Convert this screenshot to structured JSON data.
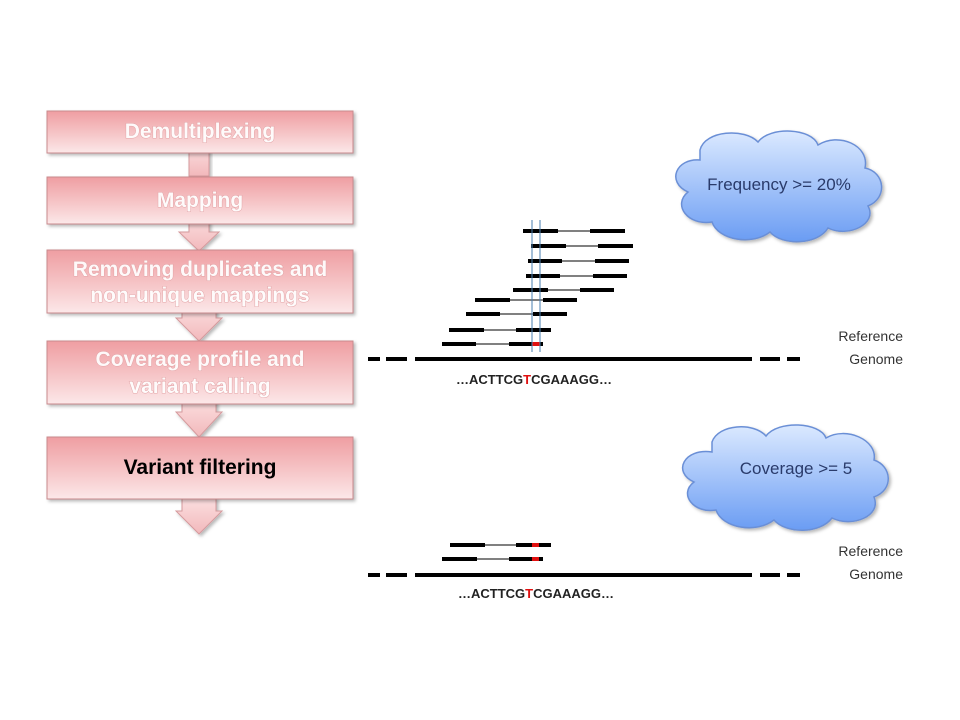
{
  "workflow": {
    "steps": [
      {
        "label": "Demultiplexing",
        "active": false
      },
      {
        "label": "Mapping",
        "active": false
      },
      {
        "label": "Removing duplicates and",
        "label2": "non-unique mappings",
        "active": false
      },
      {
        "label": "Coverage profile and",
        "label2": "variant calling",
        "active": false
      },
      {
        "label": "Variant filtering",
        "active": true
      }
    ]
  },
  "filters": {
    "frequency": {
      "label": "Frequency >= 20%"
    },
    "coverage": {
      "label": "Coverage >= 5"
    }
  },
  "panels": {
    "top": {
      "reference_line1": "Reference",
      "reference_line2": "Genome",
      "sequence_prefix": "…ACTTCG",
      "variant_base": "T",
      "sequence_suffix": "CGAAAGG…"
    },
    "bottom": {
      "reference_line1": "Reference",
      "reference_line2": "Genome",
      "sequence_prefix": "…ACTTCG",
      "variant_base": "T",
      "sequence_suffix": "CGAAAGG…"
    }
  },
  "colors": {
    "step_fill_top": "#f2a3a6",
    "step_fill_bottom": "#fbe3e4",
    "step_border": "#c98a8d",
    "cloud_fill_top": "#d6e6ff",
    "cloud_fill_bottom": "#6d9ff5",
    "cloud_border": "#6b8fd6",
    "variant": "#e01010",
    "read": "#000000"
  }
}
